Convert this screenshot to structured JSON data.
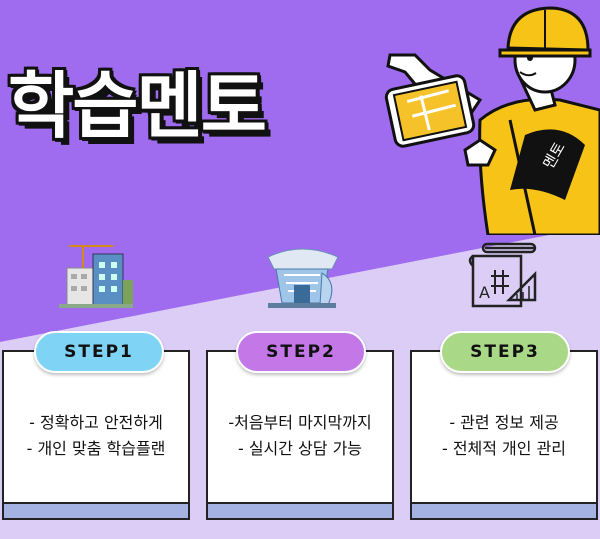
{
  "title": "학습멘토",
  "worker": {
    "armband": "멘토"
  },
  "steps": [
    {
      "label": "STEP1",
      "color": "#7fd4f6",
      "lines": [
        "- 정확하고 안전하게",
        "- 개인 맞춤 학습플랜"
      ]
    },
    {
      "label": "STEP2",
      "color": "#c478e8",
      "lines": [
        "-처음부터 마지막까지",
        "- 실시간 상담 가능"
      ]
    },
    {
      "label": "STEP3",
      "color": "#a9d886",
      "lines": [
        "- 관련 정보 제공",
        "- 전체적 개인 관리"
      ]
    }
  ],
  "colors": {
    "background": "#9f6cf0",
    "background_light": "#dbcdf6",
    "card_bottom": "#a3b2e2"
  }
}
